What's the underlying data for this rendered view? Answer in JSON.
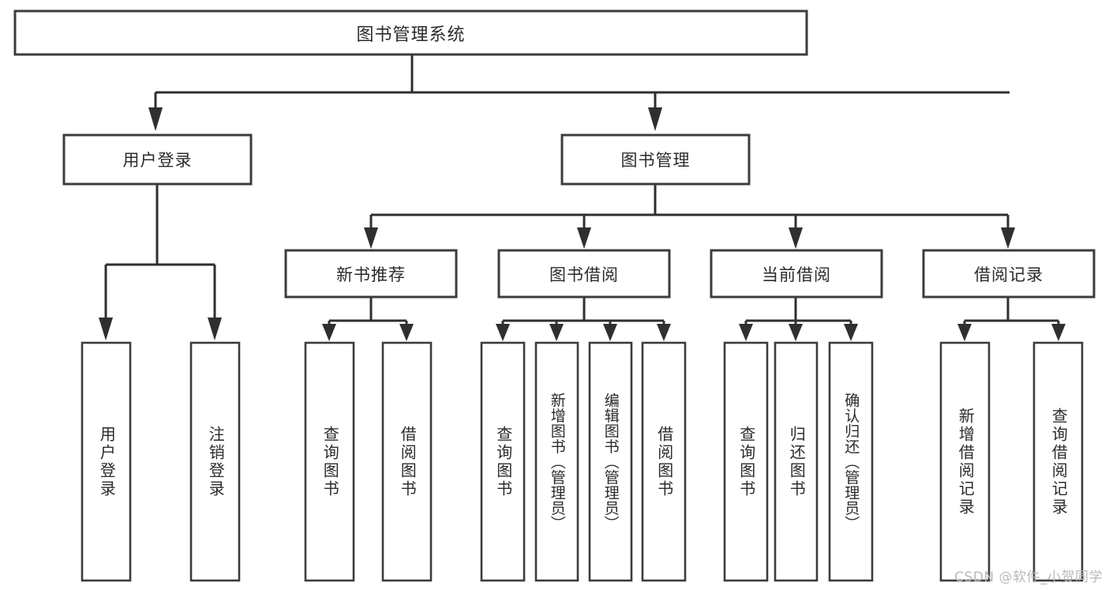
{
  "diagram": {
    "title": "图书管理系统",
    "watermark": "CSDN @软件_小贺同学",
    "root": {
      "label": "图书管理系统"
    },
    "level2": [
      {
        "label": "用户登录"
      },
      {
        "label": "图书管理"
      }
    ],
    "level3": [
      {
        "label": "新书推荐"
      },
      {
        "label": "图书借阅"
      },
      {
        "label": "当前借阅"
      },
      {
        "label": "借阅记录"
      }
    ],
    "leaves": {
      "user_login": [
        {
          "label": "用户登录"
        },
        {
          "label": "注销登录"
        }
      ],
      "new_book_recommend": [
        {
          "label": "查询图书"
        },
        {
          "label": "借阅图书"
        }
      ],
      "book_borrow": [
        {
          "label": "查询图书"
        },
        {
          "label": "新增图书（管理员）"
        },
        {
          "label": "编辑图书（管理员）"
        },
        {
          "label": "借阅图书"
        }
      ],
      "current_borrow": [
        {
          "label": "查询图书"
        },
        {
          "label": "归还图书"
        },
        {
          "label": "确认归还（管理员）"
        }
      ],
      "borrow_record": [
        {
          "label": "新增借阅记录"
        },
        {
          "label": "查询借阅记录"
        }
      ]
    },
    "colors": {
      "stroke": "#3c3c3c",
      "connector": "#2f2f2f",
      "text": "#2b2b2b",
      "background": "#ffffff",
      "watermark": "#b9b9b9"
    }
  }
}
